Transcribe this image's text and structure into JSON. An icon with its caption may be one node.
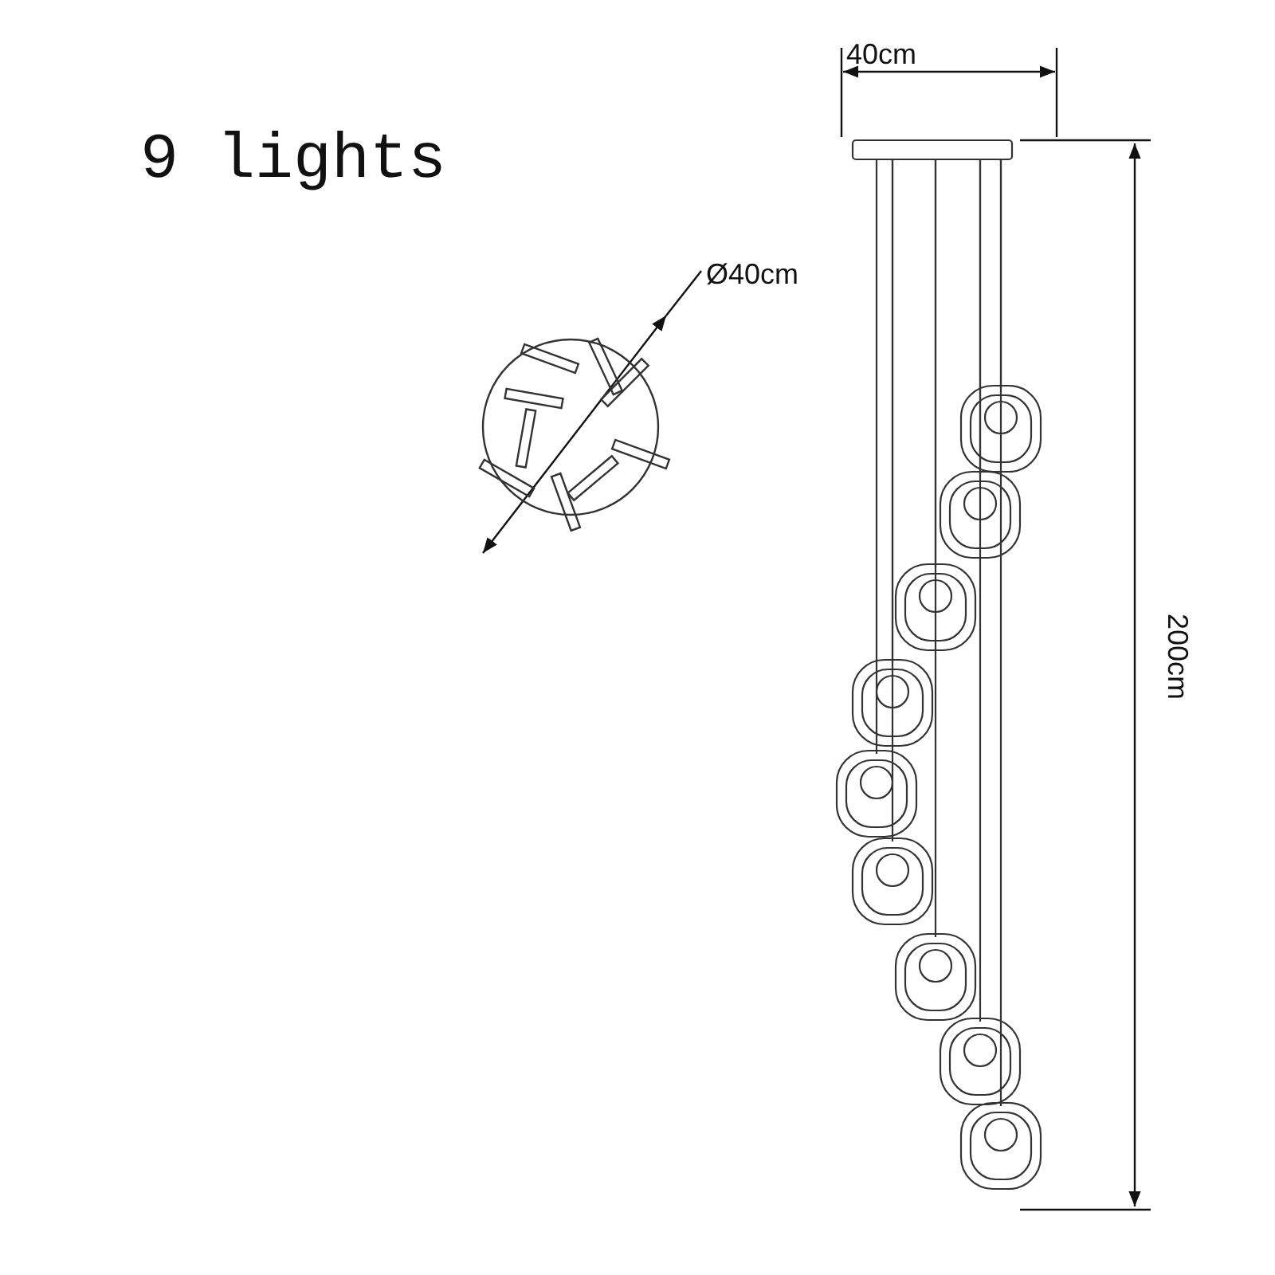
{
  "diagram": {
    "title": "9 lights",
    "labels": [
      "40cm",
      "Ø40cm",
      "200cm"
    ]
  }
}
